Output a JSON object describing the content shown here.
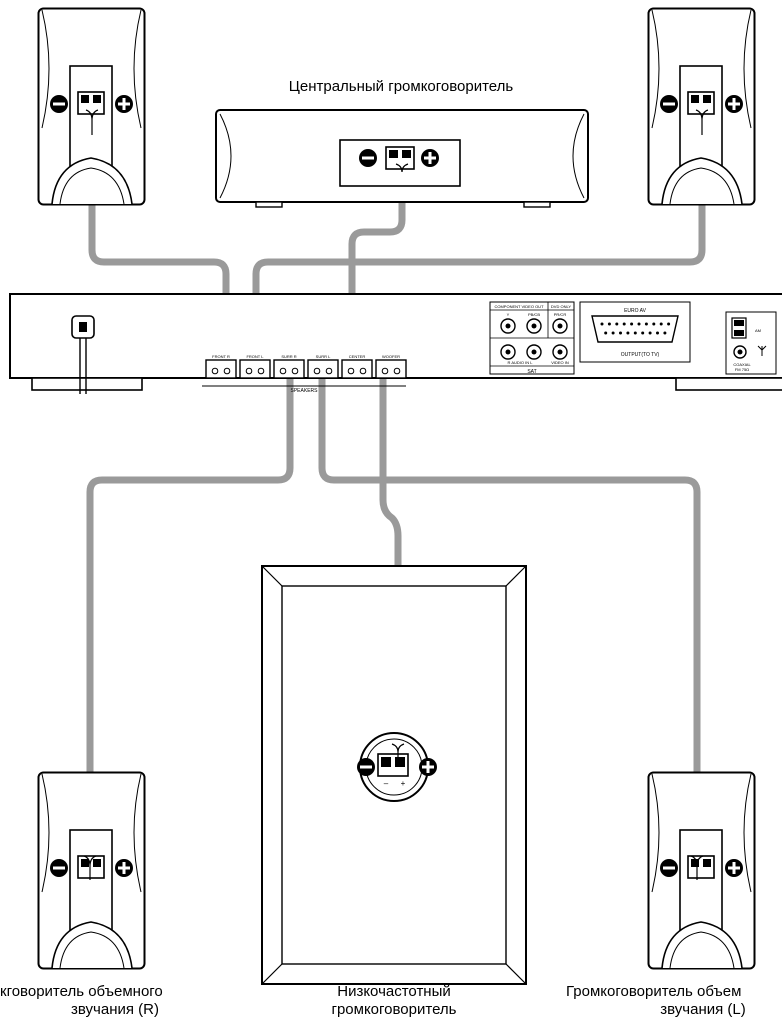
{
  "labels": {
    "center": "Центральный громкоговоритель",
    "rear_right_line1": "кговоритель объемного",
    "rear_right_line2": "звучания (R)",
    "subwoofer_line1": "Низкочастотный",
    "subwoofer_line2": "громкоговоритель",
    "rear_left_line1": "Громкоговоритель объем",
    "rear_left_line2": "звучания (L)"
  },
  "receiver": {
    "speakers_label": "SPEAKERS",
    "terminals": [
      "FRONT R",
      "FRONT L",
      "SURR R",
      "SURR L",
      "CENTER",
      "WOOFER"
    ],
    "component_video_out": "COMPONENT VIDEO OUT",
    "dvd_only": "DVD ONLY",
    "y_label": "Y",
    "pb_label": "PB/CB",
    "pr_label": "PR/CR",
    "audio_in": "R  AUDIO IN  L",
    "video_in": "VIDEO IN",
    "sat": "SAT",
    "euro_av": "EURO AV",
    "output_to_tv": "OUTPUT(TO TV)",
    "am": "AM",
    "coaxial": "COAXIAL",
    "fm": "FM 75Ω"
  },
  "woofer_polarity": {
    "minus": "–",
    "plus": "+"
  },
  "colors": {
    "cable": "#9a9a9a",
    "line": "#000000",
    "background": "#ffffff"
  }
}
